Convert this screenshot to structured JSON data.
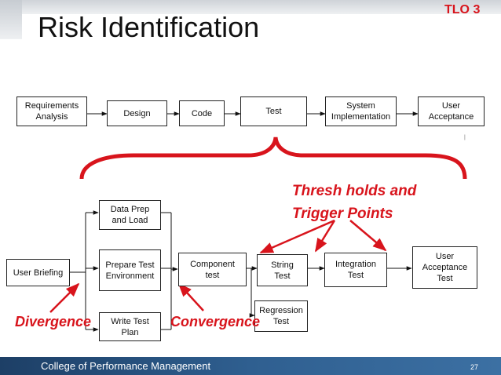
{
  "slide": {
    "title": "Risk Identification",
    "tlo_badge": "TLO 3",
    "page_number": "27",
    "footer_text": "College of Performance Management",
    "colors": {
      "accent_red": "#d8141c",
      "footer_blue": "#1d3f66"
    }
  },
  "top_flow": {
    "requirements": "Requirements Analysis",
    "design": "Design",
    "code": "Code",
    "test": "Test",
    "system": "System Implementation",
    "user_acceptance": "User Acceptance"
  },
  "test_flow": {
    "user_briefing": "User Briefing",
    "data_prep": "Data Prep and Load",
    "prepare_env": "Prepare Test Environment",
    "write_plan": "Write Test Plan",
    "component": "Component test",
    "string": "String Test",
    "regression": "Regression Test",
    "integration": "Integration Test",
    "user_acceptance": "User Acceptance Test"
  },
  "annotations": {
    "thresholds": "Thresh holds and",
    "trigger": "Trigger Points",
    "divergence": "Divergence",
    "convergence": "Convergence"
  }
}
